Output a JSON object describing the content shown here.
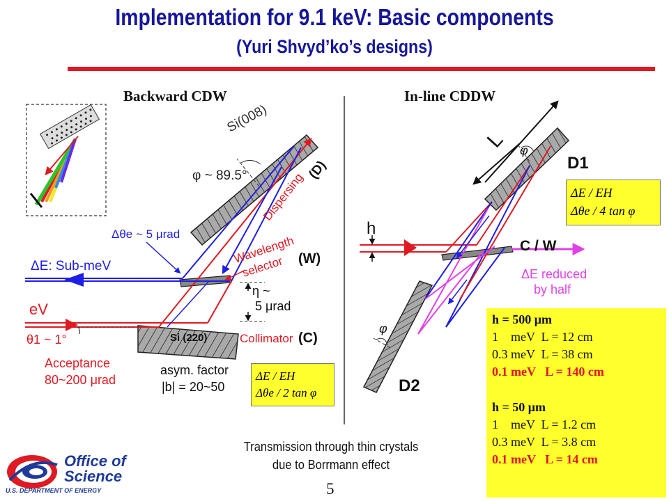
{
  "title": "Implementation for 9.1 keV: Basic components",
  "subtitle": "(Yuri Shvyd’ko’s designs)",
  "left_diagram": {
    "heading": "Backward CDW",
    "si_008": "Si(008)",
    "phi_label": "φ ~ 89.5°",
    "dispersing": "Dispersing",
    "dispersing_tag": "(D)",
    "dtheta_e": "Δθe ~ 5 μrad",
    "wavelength_1": "Wavelength",
    "wavelength_2": "selector",
    "wavelength_tag": "(W)",
    "de_sub": "ΔE: Sub-meV",
    "ev": "eV",
    "eta_1": "η ~",
    "eta_2": "5 μrad",
    "theta1": "θ1 ~ 1°",
    "si_220": "Si (220)",
    "collimator": "Collimator",
    "collimator_tag": "(C)",
    "acceptance_1": "Acceptance",
    "acceptance_2": "80~200 μrad",
    "asym_1": "asym. factor",
    "asym_2": "|b| = 20~50",
    "formula_lhs": "ΔE / EH",
    "formula_rhs": "Δθe / 2 tan φ"
  },
  "right_diagram": {
    "heading": "In-line CDDW",
    "L": "L",
    "phi": "φ",
    "D1": "D1",
    "h": "h",
    "cw": "C / W",
    "de_reduced_1": "ΔE reduced",
    "de_reduced_2": "by half",
    "D2": "D2",
    "formula_lhs": "ΔE / EH",
    "formula_rhs": "Δθe / 4 tan φ"
  },
  "table": {
    "h1": "h = 500 μm",
    "r1": "1    meV  L = 12 cm",
    "r2": "0.3 meV  L = 38 cm",
    "r3": "0.1 meV   L = 140 cm",
    "h2": "h = 50 μm",
    "r4": "1    meV  L = 1.2 cm",
    "r5": "0.3 meV  L = 3.8 cm",
    "r6": "0.1 meV   L = 14 cm"
  },
  "caption_1": "Transmission through thin crystals",
  "caption_2": "due to Borrmann effect",
  "page_number": "5",
  "logo": {
    "line1": "Office of",
    "line2": "Science",
    "line3": "U.S. DEPARTMENT OF ENERGY"
  },
  "colors": {
    "title": "#17179b",
    "accent_red": "#e01a22",
    "beam_blue": "#1e1ee6",
    "beam_magenta": "#e040e6",
    "highlight": "#ffff2e"
  }
}
